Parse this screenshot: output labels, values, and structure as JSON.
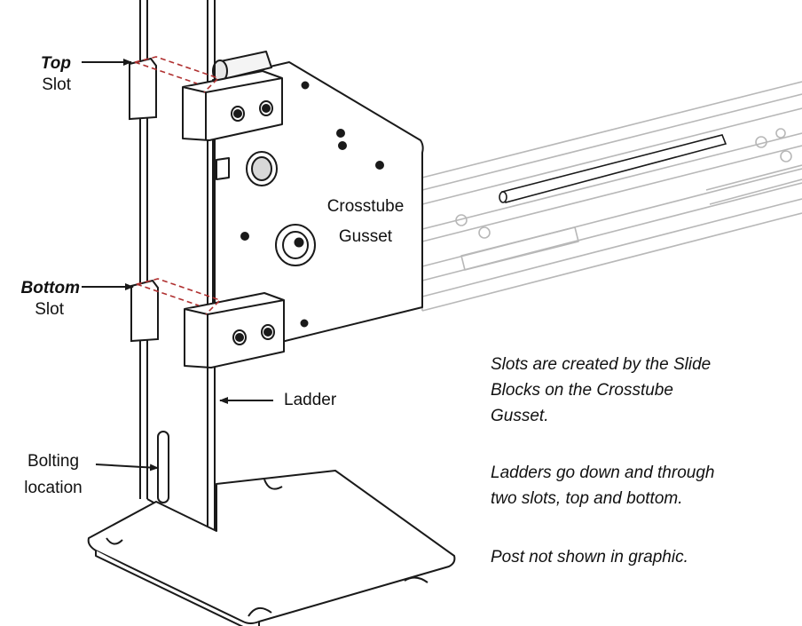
{
  "labels": {
    "top_word": "Top",
    "top_slot": "Slot",
    "bottom_word": "Bottom",
    "bottom_slot": "Slot",
    "crosstube_line1": "Crosstube",
    "crosstube_line2": "Gusset",
    "ladder": "Ladder",
    "bolting_line1": "Bolting",
    "bolting_line2": "location"
  },
  "notes": [
    [
      "Slots are created by the Slide",
      "Blocks on the Crosstube",
      "Gusset."
    ],
    [
      "Ladders go down and through",
      "two slots, top and bottom."
    ],
    [
      "Post not shown in graphic."
    ]
  ],
  "colors": {
    "line": "#1a1a1a",
    "rail": "#b8b8b8",
    "slot_dashes": "#b03030",
    "block_face": "#ffffff"
  }
}
